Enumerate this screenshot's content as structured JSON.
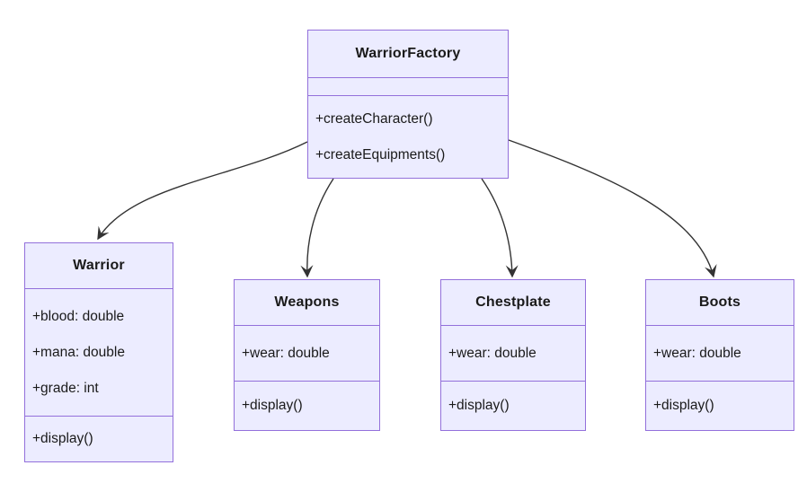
{
  "diagram": {
    "type": "uml-class-diagram",
    "colors": {
      "node_fill": "#ECECFF",
      "node_border": "#9370DB",
      "edge": "#333333",
      "text": "#1a1a1a",
      "background": "#ffffff"
    },
    "classes": [
      {
        "name": "WarriorFactory",
        "attributes": [],
        "methods": [
          "+createCharacter()",
          "+createEquipments()"
        ]
      },
      {
        "name": "Warrior",
        "attributes": [
          "+blood: double",
          "+mana: double",
          "+grade: int"
        ],
        "methods": [
          "+display()"
        ]
      },
      {
        "name": "Weapons",
        "attributes": [
          "+wear: double"
        ],
        "methods": [
          "+display()"
        ]
      },
      {
        "name": "Chestplate",
        "attributes": [
          "+wear: double"
        ],
        "methods": [
          "+display()"
        ]
      },
      {
        "name": "Boots",
        "attributes": [
          "+wear: double"
        ],
        "methods": [
          "+display()"
        ]
      }
    ],
    "relations": [
      {
        "from": "WarriorFactory",
        "to": "Warrior",
        "type": "dependency-arrow"
      },
      {
        "from": "WarriorFactory",
        "to": "Weapons",
        "type": "dependency-arrow"
      },
      {
        "from": "WarriorFactory",
        "to": "Chestplate",
        "type": "dependency-arrow"
      },
      {
        "from": "WarriorFactory",
        "to": "Boots",
        "type": "dependency-arrow"
      }
    ]
  }
}
